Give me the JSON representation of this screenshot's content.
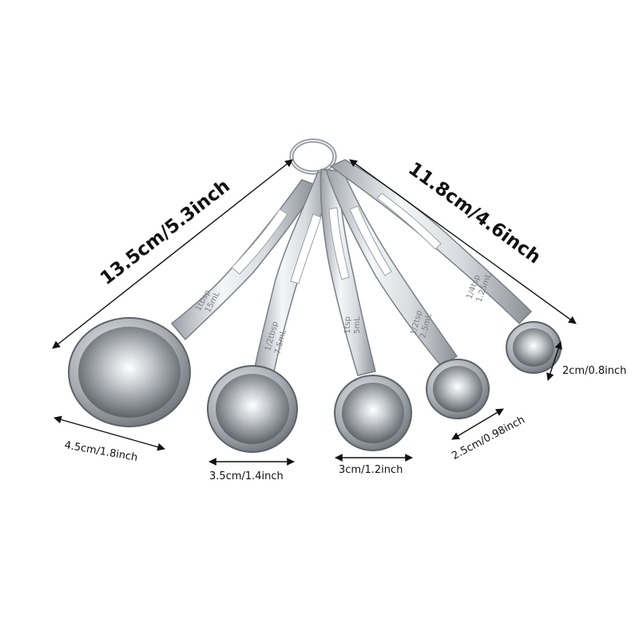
{
  "product": {
    "spoons": [
      {
        "engraving": [
          "1tbsp",
          "15mL"
        ]
      },
      {
        "engraving": [
          "1/2tbsp",
          "7.5mL"
        ]
      },
      {
        "engraving": [
          "1tsp",
          "5mL"
        ]
      },
      {
        "engraving": [
          "1/2tsp",
          "2.5mL"
        ]
      },
      {
        "engraving": [
          "1/4tsp",
          "1.25mL"
        ]
      }
    ],
    "colors": {
      "steel_light": "#f2f4f6",
      "steel_mid": "#b4b8be",
      "steel_dark": "#6e737a",
      "line": "#111111"
    }
  },
  "dimensions": {
    "length_long": "13.5cm/5.3inch",
    "length_short": "11.8cm/4.6inch",
    "bowl_1": "4.5cm/1.8inch",
    "bowl_2": "3.5cm/1.4inch",
    "bowl_3": "3cm/1.2inch",
    "bowl_4": "2.5cm/0.98inch",
    "bowl_5": "2cm/0.8inch"
  }
}
